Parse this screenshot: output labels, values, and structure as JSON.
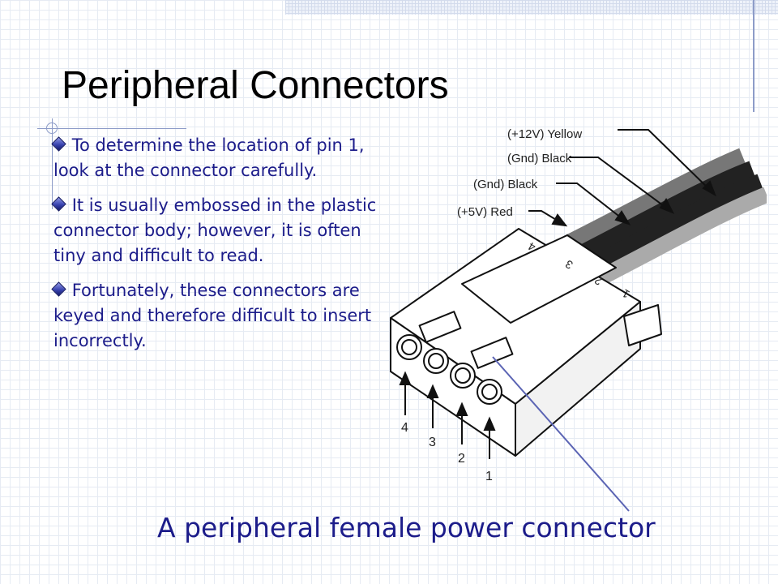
{
  "slide": {
    "title": "Peripheral Connectors",
    "bullets": [
      "To determine the location of pin 1, look at the connector carefully.",
      "It is usually embossed in the plastic connector body; however, it is often tiny and difficult to read.",
      "Fortunately, these connectors are keyed and therefore difficult to insert incorrectly."
    ],
    "caption": "A peripheral female power connector"
  },
  "diagram": {
    "wire_labels": [
      "(+12V) Yellow",
      "(Gnd) Black",
      "(Gnd) Black",
      "(+5V) Red"
    ],
    "pin_numbers": [
      "4",
      "3",
      "2",
      "1"
    ],
    "embossed_numbers": [
      "4",
      "3",
      "2",
      "1"
    ]
  },
  "colors": {
    "text_blue": "#1c1c8a",
    "accent_line": "#5b64b4",
    "grid": "#e6ebf3"
  },
  "icons": {
    "bullet": "diamond-bullet-icon"
  }
}
